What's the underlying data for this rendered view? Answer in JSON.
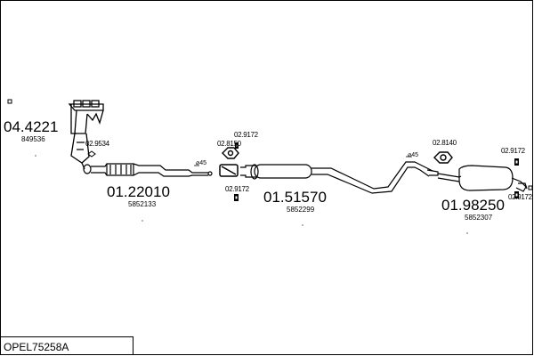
{
  "diagram_code": "OPEL75258A",
  "assemblies": {
    "manifold": {
      "number": "04.4221",
      "oe": "849536"
    },
    "front_pipe": {
      "number": "01.22010",
      "oe": "5852133"
    },
    "middle_silencer": {
      "number": "01.51570",
      "oe": "5852299"
    },
    "rear_silencer": {
      "number": "01.98250",
      "oe": "5852307"
    }
  },
  "parts": {
    "p_9534": "02.9534",
    "p_9172_top": "02.9172",
    "p_8150": "02.8150",
    "p_9172_mid": "02.9172",
    "p_8140": "02.8140",
    "p_9172_right": "02.9172",
    "p_9172_rear": "02.9172"
  },
  "diameters": {
    "d1": "⌀45",
    "d2": "⌀45"
  },
  "icons": {
    "clamp": "clamp-icon",
    "hanger": "rubber-hanger-icon",
    "gasket": "gasket-icon"
  }
}
